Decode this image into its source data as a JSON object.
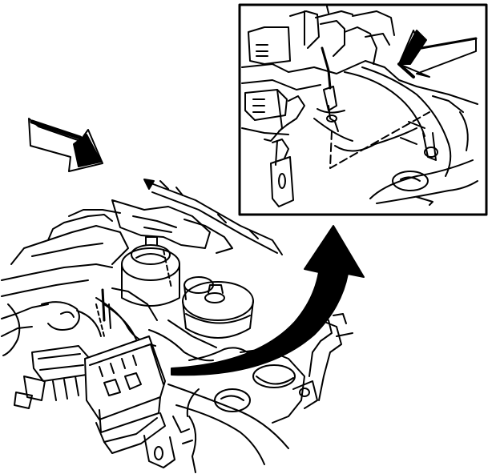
{
  "figure": {
    "description_text": "",
    "views": [
      {
        "id": "main-view",
        "subject": "engine-compartment-with-module-bracket"
      },
      {
        "id": "detail-view",
        "subject": "module-mounting-location-detail"
      }
    ],
    "arrows": [
      {
        "id": "main-view-direction-arrow",
        "style": "outlined-with-dark-tip"
      },
      {
        "id": "detail-view-direction-arrow",
        "style": "outlined-with-dark-tip"
      },
      {
        "id": "detail-callout-arrow",
        "style": "solid-black-curved"
      }
    ],
    "colors": {
      "line": "#000000",
      "background": "#ffffff",
      "inset_border": "#000000"
    }
  }
}
